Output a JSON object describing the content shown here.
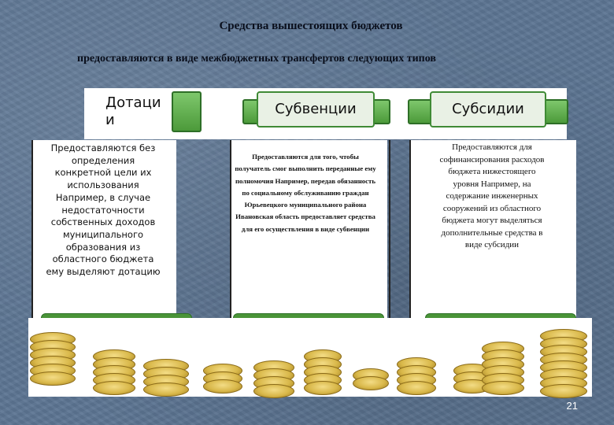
{
  "slide": {
    "title_line1": "Средства вышестоящих бюджетов",
    "title_line2": "предоставляются в виде межбюджетных трансфертов следующих типов",
    "page_number": "21"
  },
  "columns": [
    {
      "label": "Дотаци\nи",
      "description": "Предоставляются без определения конкретной цели их использования Например, в случае недостаточности собственных доходов муниципального образования из областного бюджета ему выделяют дотацию"
    },
    {
      "label": "Субвенции",
      "description": "Предоставляются для того, чтобы получатель смог выполнить переданные ему полномочия Например, передав обязанность по социальному обслуживанию граждан Юрьевецкого муниципального района Ивановская область предоставляет средства для его осуществления в виде субвенции"
    },
    {
      "label": "Субсидии",
      "description": "Предоставляются для софинансирования расходов бюджета нижестоящего уровня Например, на содержание инженерных сооружений из областного бюджета могут выделяться дополнительные средства в виде субсидии"
    }
  ],
  "colors": {
    "background": "#5d7693",
    "ribbon_green": "#5aa846",
    "tab_fill": "#e9f1e5",
    "coin_gold": "#d9b84a"
  }
}
